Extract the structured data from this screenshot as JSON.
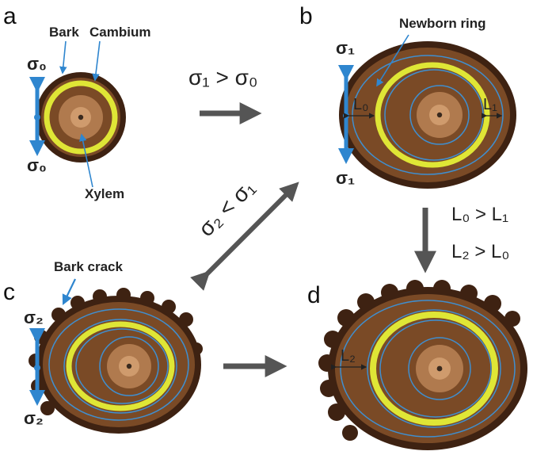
{
  "panels": {
    "a": {
      "letter": "a",
      "bark_label": "Bark",
      "cambium_label": "Cambium",
      "xylem_label": "Xylem",
      "stress_top": "σ₀",
      "stress_bottom": "σ₀"
    },
    "b": {
      "letter": "b",
      "newborn_ring_label": "Newborn ring",
      "stress_top": "σ₁",
      "stress_bottom": "σ₁",
      "width_left": "L₀",
      "width_right": "L₁"
    },
    "c": {
      "letter": "c",
      "bark_crack_label": "Bark crack",
      "stress_top": "σ₂",
      "stress_bottom": "σ₂"
    },
    "d": {
      "letter": "d",
      "width_left": "L₂"
    }
  },
  "relations": {
    "a_to_b": "σ₁ > σ₀",
    "b_c": "σ₂ < σ₁",
    "b_to_d_1": "L₀ > L₁",
    "b_to_d_2": "L₂ > L₀"
  },
  "colors": {
    "bark": "#3e2212",
    "wood": "#7a4a26",
    "heartwood": "#b07a4e",
    "pith_ring": "#cf9b6d",
    "pith": "#3a2a1e",
    "cambium": "#dfe636",
    "ring_line": "#3f8fd0",
    "stress_arrow": "#2f86cf",
    "process_arrow": "#555555"
  }
}
